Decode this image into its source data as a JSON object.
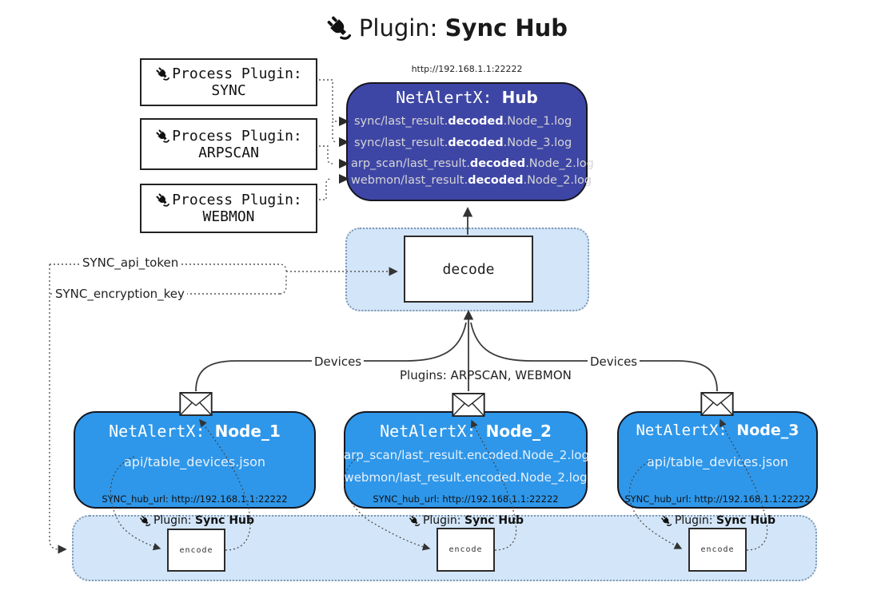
{
  "title": {
    "prefix": "Plugin: ",
    "name": "Sync Hub"
  },
  "process_plugins": [
    {
      "label": "Process Plugin:",
      "name": "SYNC"
    },
    {
      "label": "Process Plugin:",
      "name": "ARPSCAN"
    },
    {
      "label": "Process Plugin:",
      "name": "WEBMON"
    }
  ],
  "hub": {
    "url": "http://192.168.1.1:22222",
    "name_prefix": "NetAlertX: ",
    "name": "Hub",
    "files": [
      {
        "pre": "sync/last_result.",
        "bold": "decoded",
        "post": ".Node_1.log"
      },
      {
        "pre": "sync/last_result.",
        "bold": "decoded",
        "post": ".Node_3.log"
      },
      {
        "pre": "arp_scan/last_result.",
        "bold": "decoded",
        "post": ".Node_2.log"
      },
      {
        "pre": "webmon/last_result.",
        "bold": "decoded",
        "post": ".Node_2.log"
      }
    ]
  },
  "decode": {
    "label": "decode"
  },
  "config": {
    "api_token": "SYNC_api_token",
    "encryption_key": "SYNC_encryption_key"
  },
  "edge_labels": {
    "devices_left": "Devices",
    "devices_right": "Devices",
    "plugins_mid": "Plugins: ARPSCAN, WEBMON"
  },
  "nodes": [
    {
      "name_prefix": "NetAlertX: ",
      "name": "Node_1",
      "files": [
        "api/table_devices.json"
      ],
      "hub_url": "SYNC_hub_url: http://192.168.1.1:22222"
    },
    {
      "name_prefix": "NetAlertX: ",
      "name": "Node_2",
      "files": [
        "arp_scan/last_result.encoded.Node_2.log",
        "webmon/last_result.encoded.Node_2.log"
      ],
      "hub_url": "SYNC_hub_url: http://192.168.1.1:22222"
    },
    {
      "name_prefix": "NetAlertX: ",
      "name": "Node_3",
      "files": [
        "api/table_devices.json"
      ],
      "hub_url": "SYNC_hub_url: http://192.168.1.1:22222"
    }
  ],
  "encode_units": [
    {
      "plugin_prefix": "Plugin: ",
      "plugin_name": "Sync Hub",
      "box_label": "encode"
    },
    {
      "plugin_prefix": "Plugin: ",
      "plugin_name": "Sync Hub",
      "box_label": "encode"
    },
    {
      "plugin_prefix": "Plugin: ",
      "plugin_name": "Sync Hub",
      "box_label": "encode"
    }
  ],
  "colors": {
    "hub_fill": "#3e46a5",
    "node_fill": "#2e97ea",
    "panel_fill": "#d3e5f8",
    "panel_border": "#7f98b3",
    "hub_text": "#d6d6d6",
    "node_text": "#e8f1fb"
  }
}
